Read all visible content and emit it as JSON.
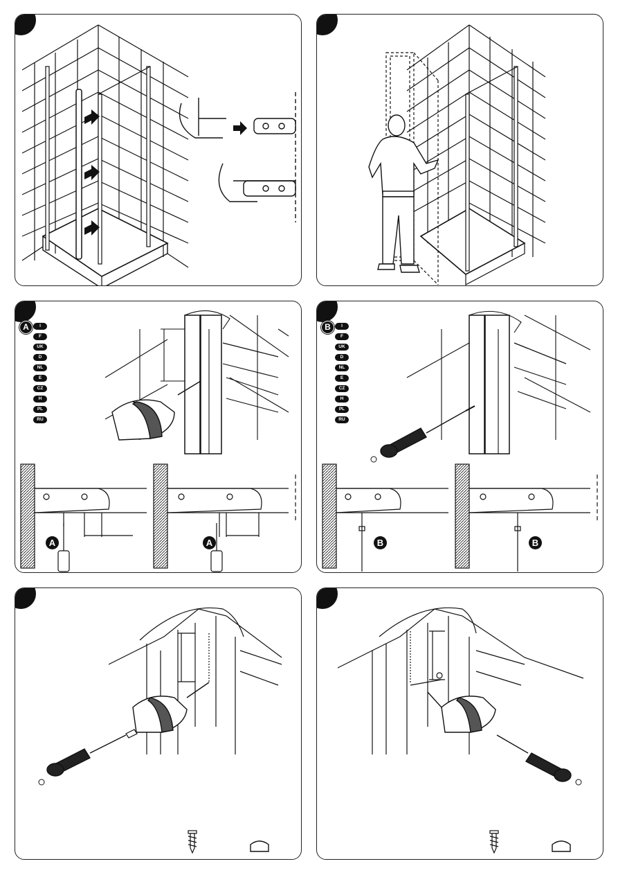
{
  "legend_a": {
    "letter": "A",
    "languages": [
      "I",
      "F",
      "UK",
      "D",
      "NL",
      "E",
      "CZ",
      "H",
      "PL",
      "RU"
    ]
  },
  "legend_b": {
    "letter": "B",
    "languages": [
      "I",
      "F",
      "UK",
      "D",
      "NL",
      "E",
      "CZ",
      "H",
      "PL",
      "RU"
    ]
  },
  "callouts": {
    "a_left": "A",
    "a_right": "A",
    "b_left": "B",
    "b_right": "B"
  },
  "colors": {
    "ink": "#111111",
    "paper": "#ffffff"
  },
  "icons": [
    "tile-wall",
    "shower-profile",
    "arrow-right",
    "person",
    "drill",
    "screwdriver",
    "screw",
    "cap-plug"
  ]
}
